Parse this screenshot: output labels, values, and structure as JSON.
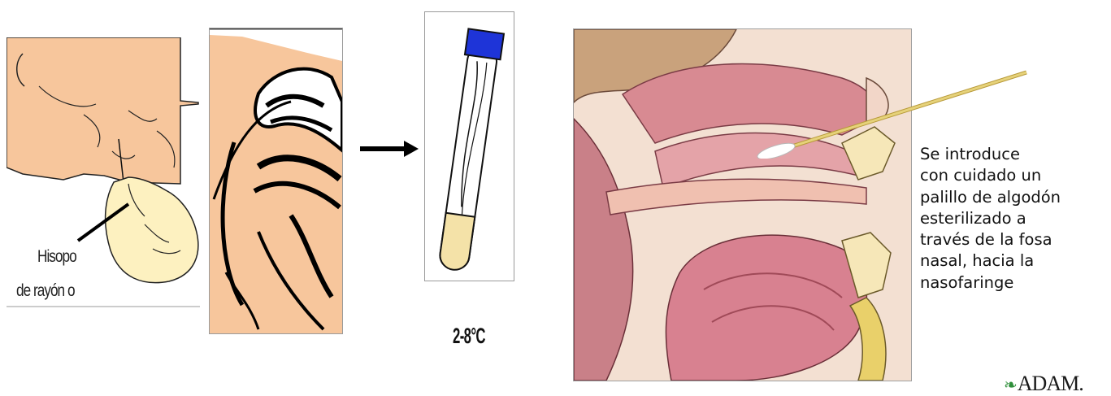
{
  "swab_label": {
    "line1": "Hisopo",
    "line2": "de rayón o"
  },
  "temperature": "2-8°C",
  "caption": [
    "Se introduce",
    "con cuidado un",
    "palillo de algodón",
    "esterilizado a",
    "través de la fosa",
    "nasal, hacia la",
    "nasofaringe"
  ],
  "logo": {
    "text": "ADAM."
  },
  "colors": {
    "skin": "#f7c69c",
    "glove": "#fdf1c0",
    "tube_cap": "#1e34d8",
    "tube_bottom": "#f4e2a8",
    "tissue": "#d98c96",
    "swab": "#e6d27a"
  }
}
